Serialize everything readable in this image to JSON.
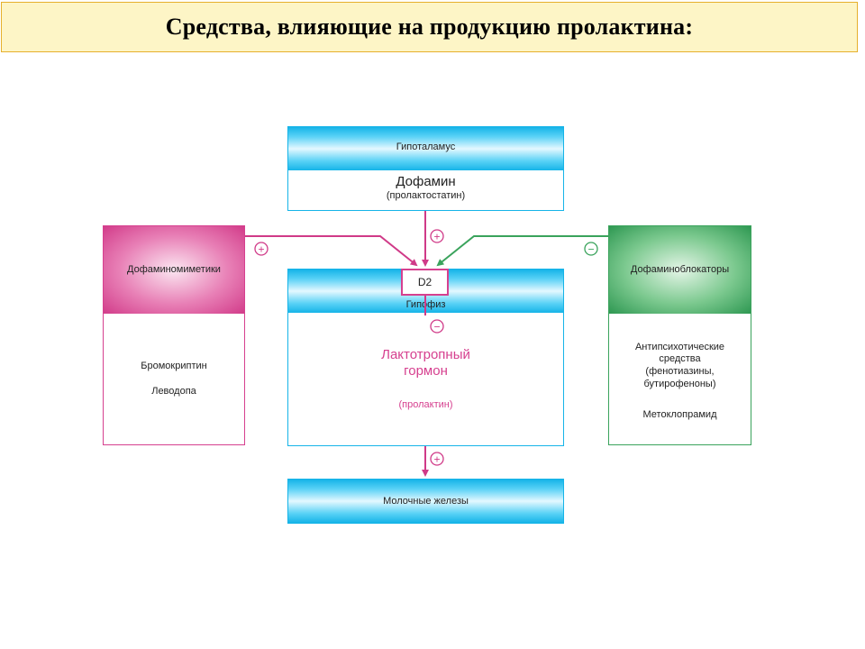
{
  "header": {
    "title": "Средства, влияющие на продукцию пролактина:"
  },
  "diagram": {
    "hypothalamus": {
      "label": "Гипоталамус",
      "substance": "Дофамин",
      "note": "(пролактостатин)"
    },
    "pituitary": {
      "receptor": "D2",
      "label": "Гипофиз",
      "hormone_line1": "Лактотропный",
      "hormone_line2": "гормон",
      "hormone_note": "(пролактин)"
    },
    "mammary": {
      "label": "Молочные железы"
    },
    "agonists": {
      "label": "Дофаминомиметики",
      "drug1": "Бромокриптин",
      "drug2": "Леводопа"
    },
    "blockers": {
      "label": "Дофаминоблокаторы",
      "line1": "Антипсихотические",
      "line2": "средства",
      "line3": "(фенотиазины,",
      "line4": "бутирофеноны)",
      "drug": "Метоклопрамид"
    },
    "signs": {
      "plus": "+",
      "minus": "−"
    },
    "colors": {
      "cyan": "#16b4e8",
      "magenta": "#d6408f",
      "green": "#3aa35c",
      "arrow_pink": "#d03a88"
    }
  }
}
